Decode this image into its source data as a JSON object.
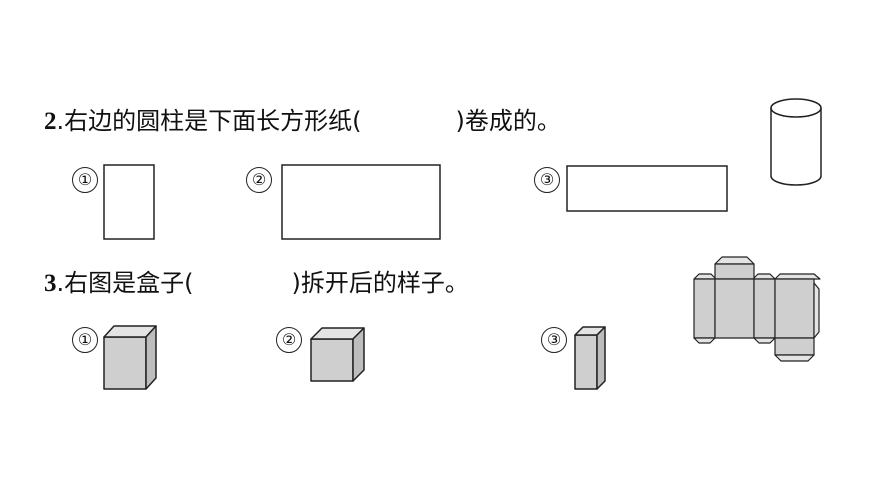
{
  "q2": {
    "number": "2",
    "text_before": ".右边的圆柱是下面长方形纸(",
    "text_after": ")卷成的。",
    "options": [
      "①",
      "②",
      "③"
    ]
  },
  "q3": {
    "number": "3",
    "text_before": ".右图是盒子(",
    "text_after": ")拆开后的样子。",
    "options": [
      "①",
      "②",
      "③"
    ]
  },
  "colors": {
    "box_fill": "#cfcfcf",
    "stroke": "#222222"
  }
}
